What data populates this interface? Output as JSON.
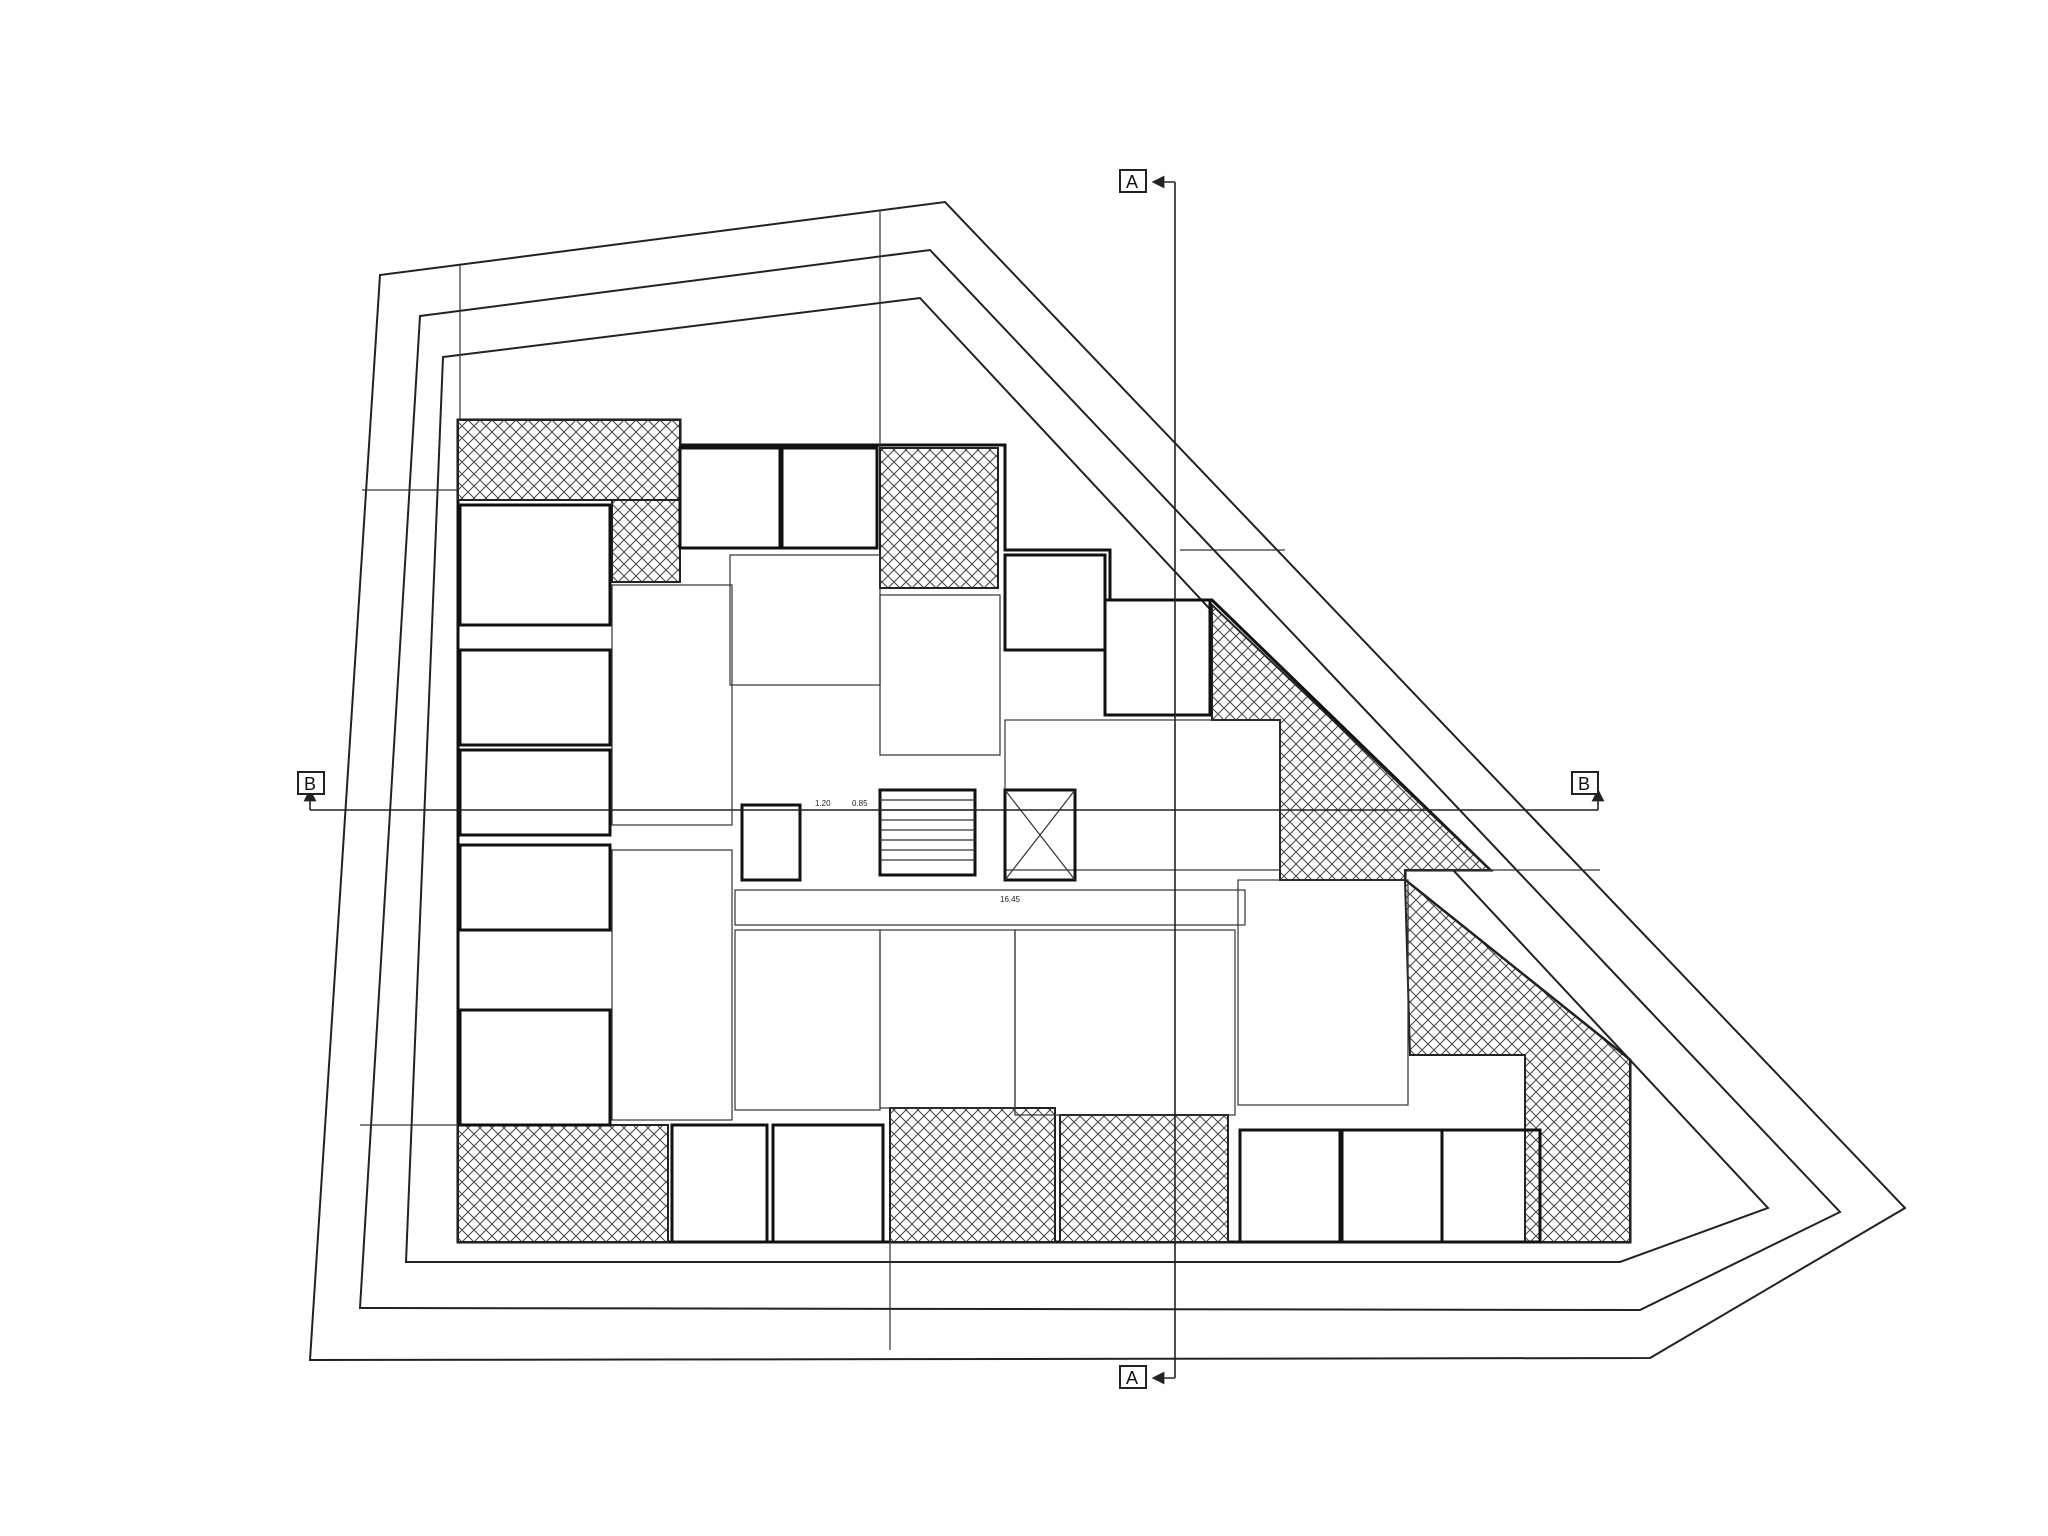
{
  "section_markers": {
    "top": "A",
    "bottom": "A",
    "left": "B",
    "right": "B"
  },
  "dimension_labels": {
    "corridor_length": "16.45",
    "stair_width_a": "1.20",
    "stair_width_b": "0.85"
  }
}
